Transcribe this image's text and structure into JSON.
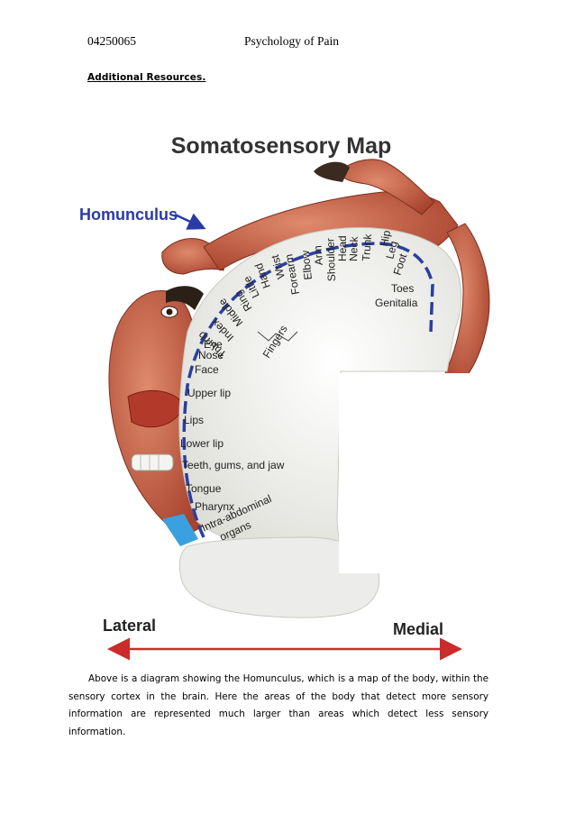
{
  "header": {
    "left": "04250065",
    "center": "Psychology of Pain"
  },
  "section_heading": "Additional Resources.",
  "figure": {
    "title": "Somatosensory Map",
    "homunculus_label": "Homunculus",
    "axis": {
      "left": "Lateral",
      "right": "Medial"
    },
    "fingers_label": "Fingers",
    "body_regions": [
      "Genitalia",
      "Toes",
      "Foot",
      "Leg",
      "Hip",
      "Trunk",
      "Neck",
      "Head",
      "Shoulder",
      "Arm",
      "Elbow",
      "Forearm",
      "Wrist",
      "Hand",
      "Little",
      "Ring",
      "Middle",
      "Index",
      "Thumb",
      "Eye",
      "Nose",
      "Face",
      "Upper lip",
      "Lips",
      "Lower lip",
      "Teeth, gums, and jaw",
      "Tongue",
      "Pharynx",
      "Intra-abdominal",
      "organs"
    ],
    "colors": {
      "skin": "#c8624a",
      "brain": "#f1f1ee",
      "scale": "#2a3f9e",
      "arrow": "#cc2b2b",
      "homunculus_label": "#2a3aa6"
    }
  },
  "caption": "Above is a diagram showing the Homunculus, which is a map of the body, within the sensory cortex in the brain. Here the areas of the body that detect more sensory information are represented much larger than areas which detect less sensory information."
}
